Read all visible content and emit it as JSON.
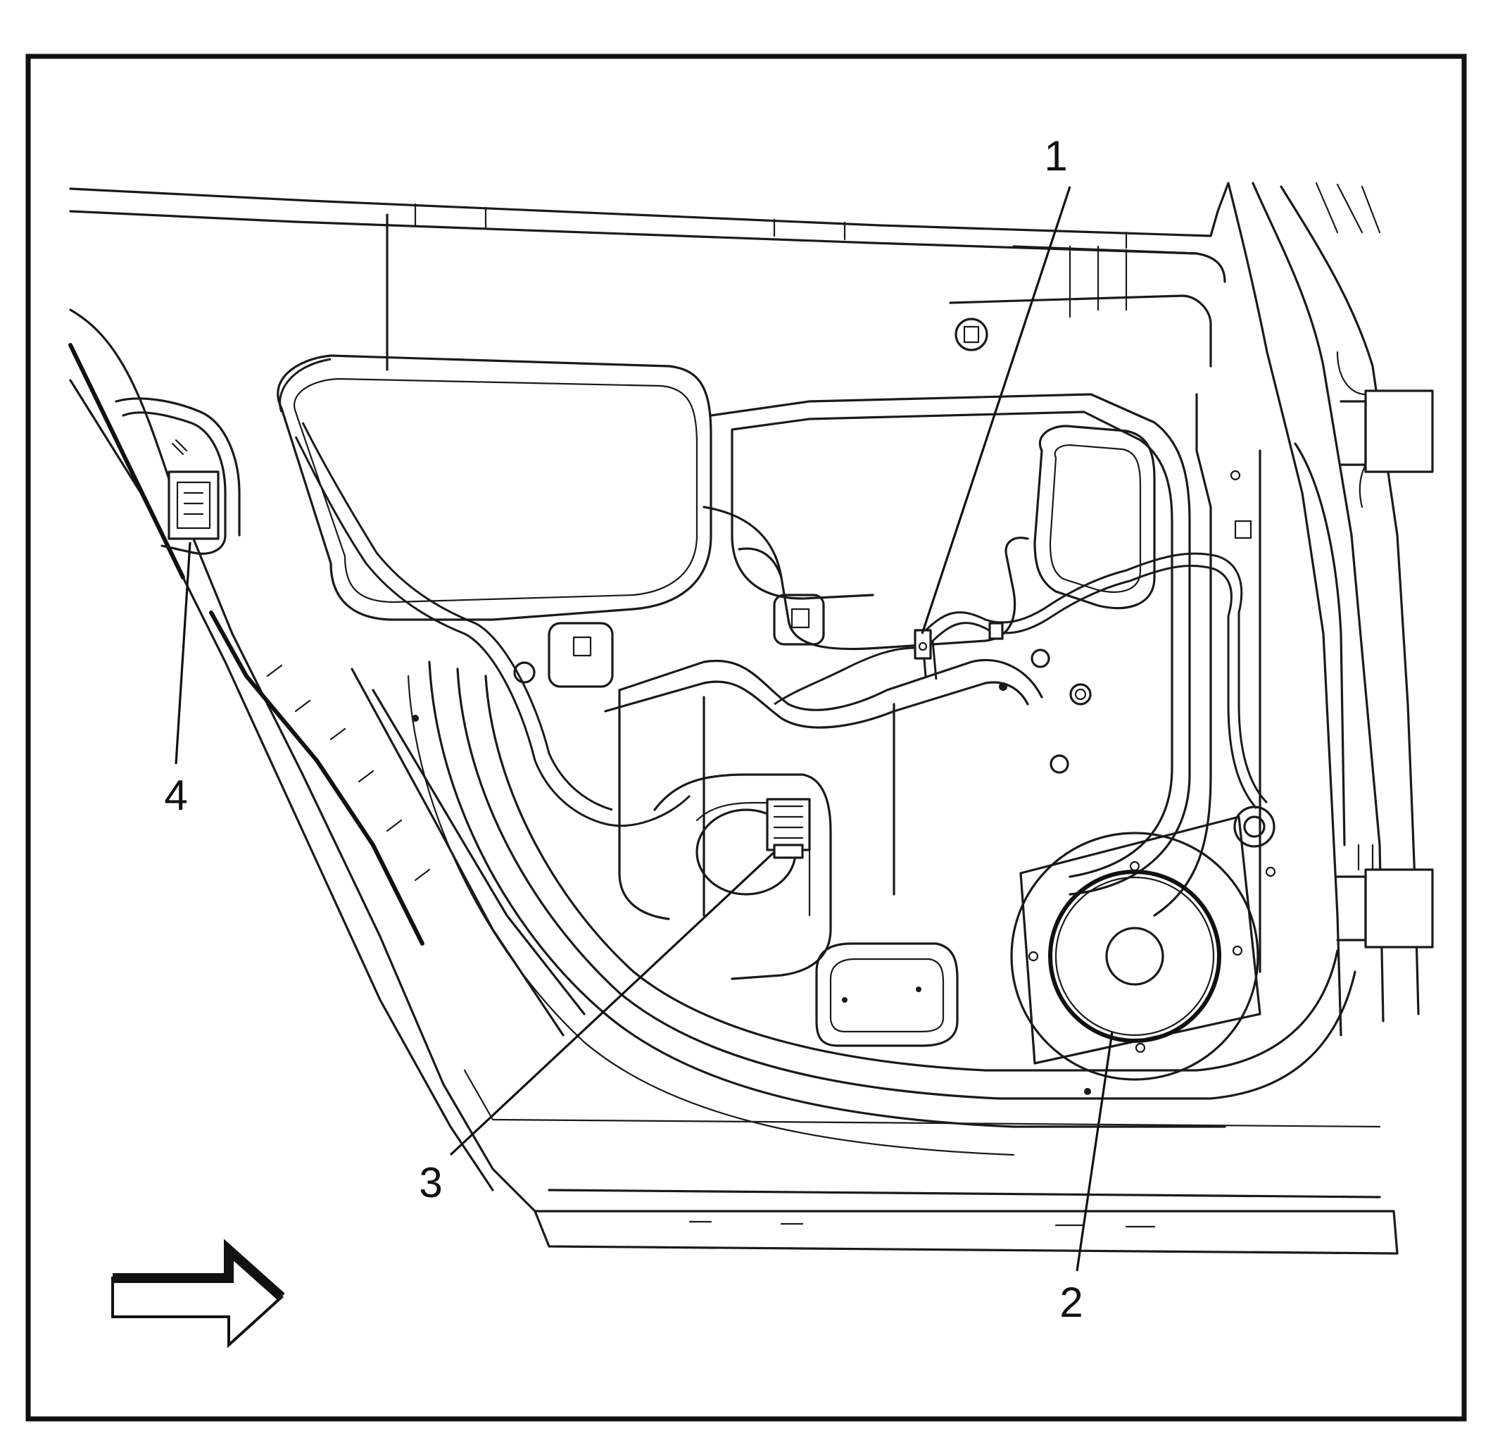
{
  "callouts": [
    {
      "id": "1",
      "label": "1"
    },
    {
      "id": "2",
      "label": "2"
    },
    {
      "id": "3",
      "label": "3"
    },
    {
      "id": "4",
      "label": "4"
    }
  ],
  "orientation_arrow": {
    "icon": "right-arrow-icon",
    "direction": "right"
  },
  "colors": {
    "line": "#1a1a1a",
    "background": "#ffffff"
  }
}
